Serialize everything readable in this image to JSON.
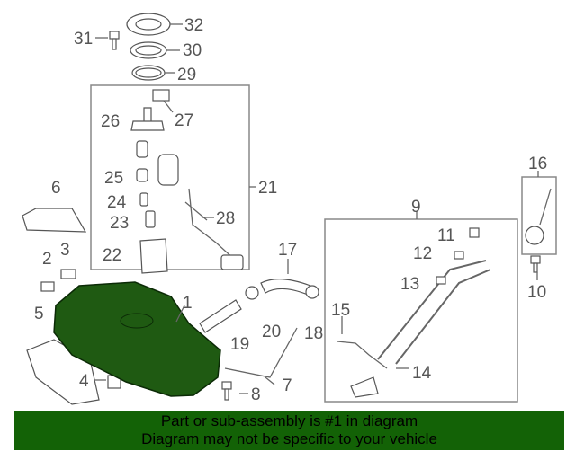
{
  "diagram": {
    "callouts": {
      "c1": "1",
      "c2": "2",
      "c3": "3",
      "c4": "4",
      "c5": "5",
      "c6": "6",
      "c7": "7",
      "c8": "8",
      "c9": "9",
      "c10": "10",
      "c11": "11",
      "c12": "12",
      "c13": "13",
      "c14": "14",
      "c15": "15",
      "c16": "16",
      "c17": "17",
      "c18": "18",
      "c19": "19",
      "c20": "20",
      "c21": "21",
      "c22": "22",
      "c23": "23",
      "c24": "24",
      "c25": "25",
      "c26": "26",
      "c27": "27",
      "c28": "28",
      "c29": "29",
      "c30": "30",
      "c31": "31",
      "c32": "32"
    },
    "highlight_color": "#1f5a12"
  },
  "banner": {
    "line1": "Part or sub-assembly is #1 in diagram",
    "line2": "Diagram may not be specific to your vehicle",
    "color": "#136206"
  }
}
